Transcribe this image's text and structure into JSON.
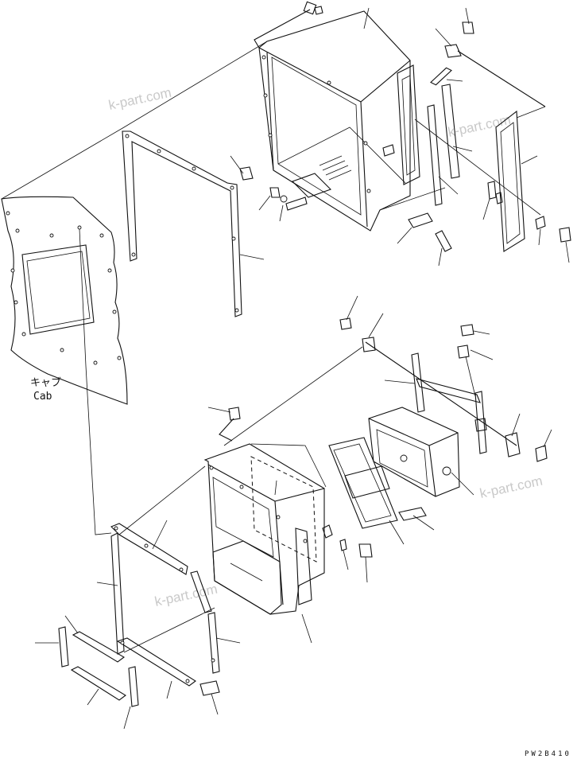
{
  "diagram": {
    "cab_label_jp": "キャブ",
    "cab_label_en": "Cab",
    "drawing_code": "PW2B410",
    "watermark": "k-part.com"
  }
}
